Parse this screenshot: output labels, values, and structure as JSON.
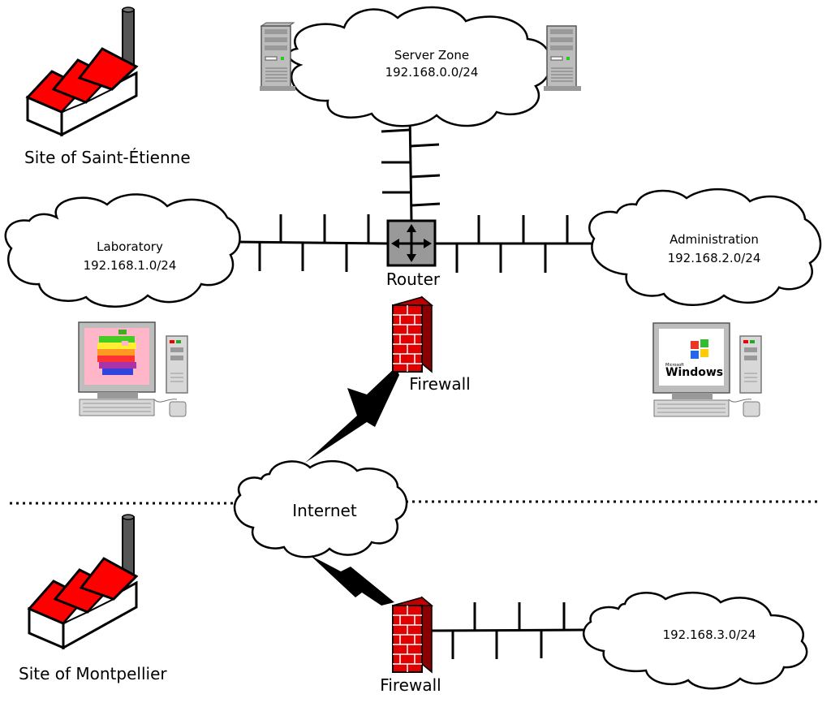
{
  "sites": {
    "saint_etienne": "Site of Saint-Étienne",
    "montpellier": "Site of Montpellier"
  },
  "networks": {
    "server_zone": {
      "name": "Server Zone",
      "subnet": "192.168.0.0/24"
    },
    "laboratory": {
      "name": "Laboratory",
      "subnet": "192.168.1.0/24"
    },
    "administration": {
      "name": "Administration",
      "subnet": "192.168.2.0/24"
    },
    "internet": {
      "name": "Internet"
    },
    "montpellier_lan": {
      "subnet": "192.168.3.0/24"
    }
  },
  "devices": {
    "router_label": "Router",
    "firewall_top_label": "Firewall",
    "firewall_bottom_label": "Firewall",
    "windows_logo_small": "Microsoft",
    "windows_logo_text": "Windows"
  },
  "colors": {
    "factory_roof": "#ff0000",
    "firewall_brick": "#e00000",
    "router": "#999999",
    "line": "#000000",
    "apple_screen": "#ffb6c8"
  }
}
